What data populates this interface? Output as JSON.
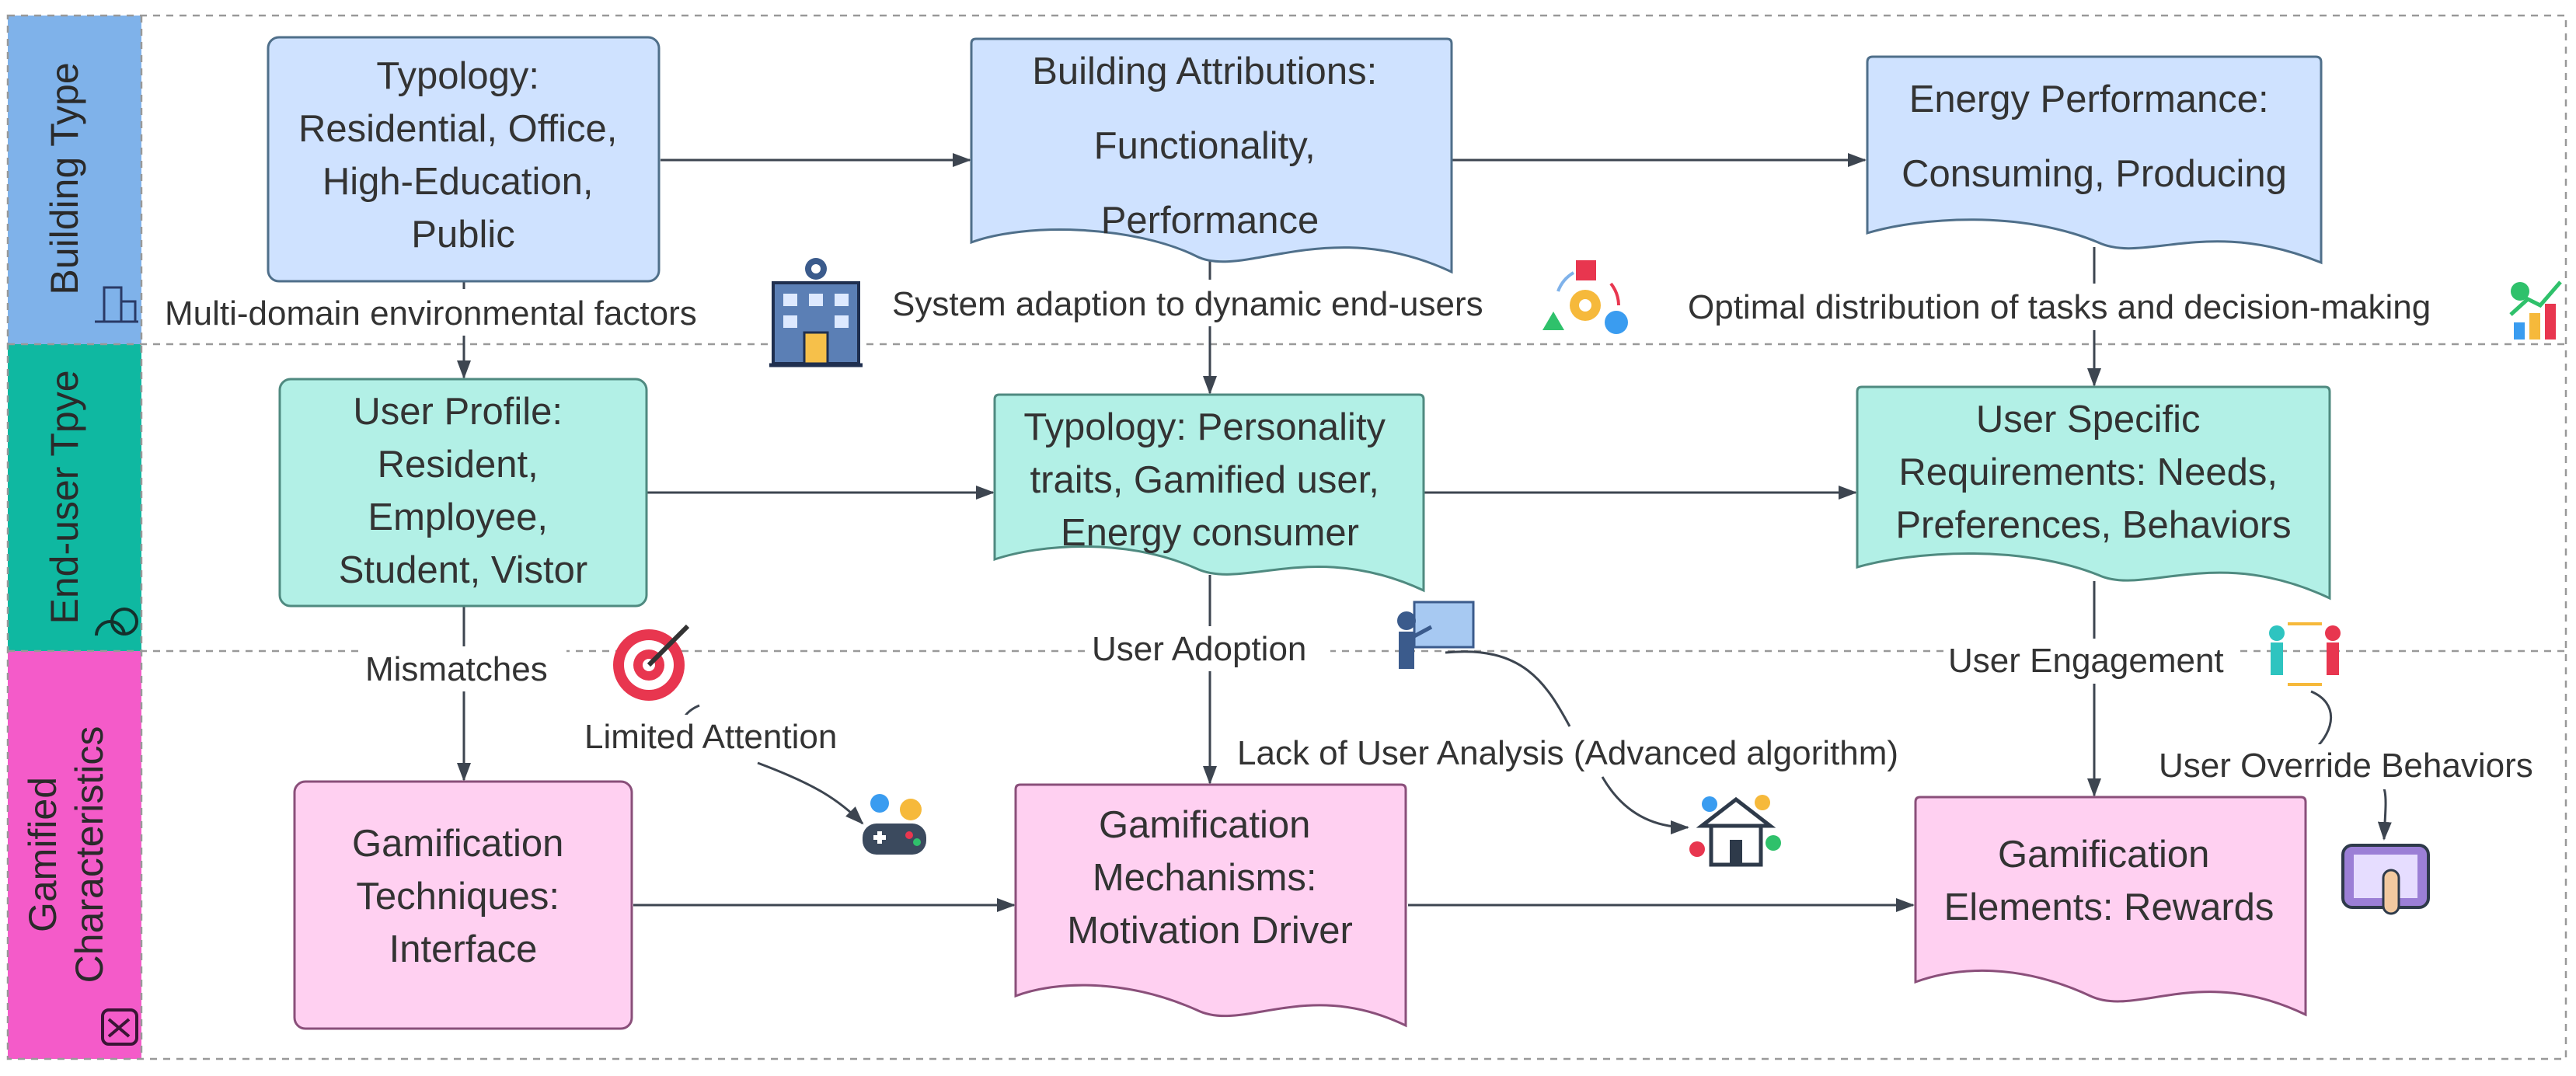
{
  "colors": {
    "lane_building": "#7fb2ea",
    "lane_enduser": "#0fb8a1",
    "lane_gamified": "#f45bc9",
    "box_blue": "#cfe2ff",
    "box_teal": "#b2f0e6",
    "box_pink": "#ffd0f1",
    "box_stroke": "#4f6f8a",
    "text": "#333333"
  },
  "lanes": [
    {
      "id": "building",
      "title": "Building Type",
      "title_lines": [
        "Building Type"
      ],
      "icon": "building-icon"
    },
    {
      "id": "enduser",
      "title": "End-user Tpye",
      "title_lines": [
        "End-user Tpye"
      ],
      "icon": "user-icon"
    },
    {
      "id": "gamified",
      "title": "Gamified Characteristics",
      "title_lines": [
        "Gamified",
        "Characteristics"
      ],
      "icon": "game-icon"
    }
  ],
  "nodes": {
    "b1": {
      "shape": "rect",
      "lines": [
        "Typology:",
        "Residential, Office,",
        "High-Education,",
        "Public"
      ]
    },
    "b2": {
      "shape": "doc",
      "lines": [
        "Building Attributions:",
        "Functionality,",
        "Performance"
      ]
    },
    "b3": {
      "shape": "doc",
      "lines": [
        "Energy Performance:",
        "Consuming, Producing"
      ]
    },
    "u1": {
      "shape": "rect",
      "lines": [
        "User Profile:",
        "Resident,",
        "Employee,",
        "Student, Vistor"
      ]
    },
    "u2": {
      "shape": "doc",
      "lines": [
        "Typology: Personality",
        "traits, Gamified user,",
        "Energy consumer"
      ]
    },
    "u3": {
      "shape": "doc",
      "lines": [
        "User Specific",
        "Requirements: Needs,",
        "Preferences, Behaviors"
      ]
    },
    "g1": {
      "shape": "rect",
      "lines": [
        "Gamification",
        "Techniques:",
        "Interface"
      ]
    },
    "g2": {
      "shape": "doc",
      "lines": [
        "Gamification",
        "Mechanisms:",
        "Motivation Driver"
      ]
    },
    "g3": {
      "shape": "doc",
      "lines": [
        "Gamification",
        "Elements: Rewards"
      ]
    }
  },
  "labels": {
    "multi_domain": "Multi-domain environmental factors",
    "system_adaption": "System adaption to dynamic end-users",
    "optimal_distribution": "Optimal distribution of tasks and decision-making",
    "mismatches": "Mismatches",
    "limited_attention": "Limited Attention",
    "user_adoption": "User Adoption",
    "lack_user_analysis": "Lack of User Analysis (Advanced algorithm)",
    "user_engagement": "User Engagement",
    "user_override": "User Override Behaviors"
  },
  "icons": [
    "office-building-gear-icon",
    "shapes-cycle-gear-icon",
    "chart-growth-icon",
    "target-icon",
    "gamepad-reward-icon",
    "presenter-board-icon",
    "smart-home-icon",
    "user-exchange-icon",
    "touch-screen-icon"
  ]
}
